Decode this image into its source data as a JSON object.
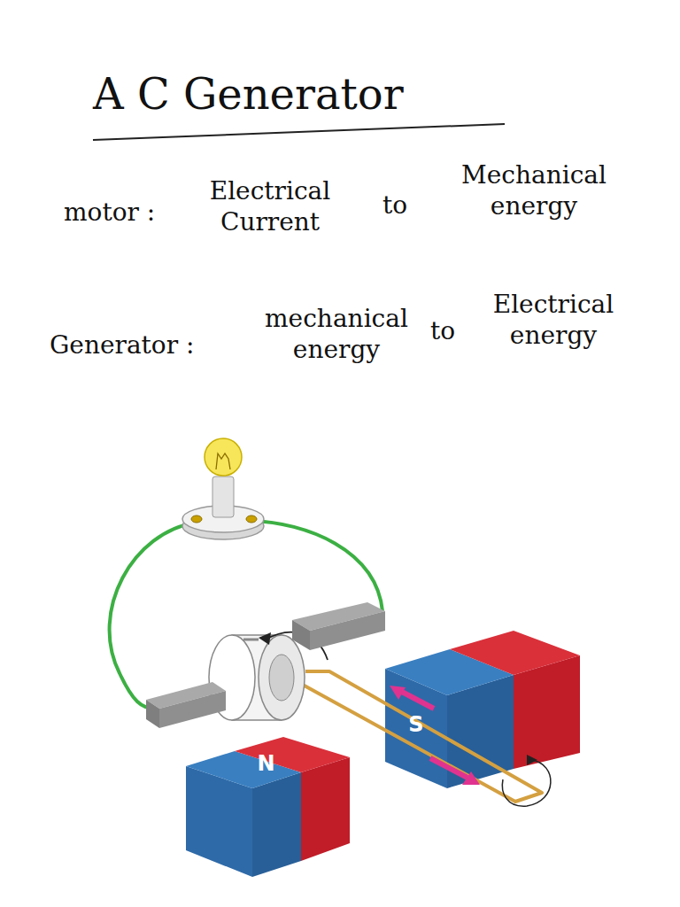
{
  "diagram": {
    "title": "A C Generator",
    "nodes": [
      {
        "text": [
          "S"
        ]
      },
      {
        "text": [
          "N"
        ]
      }
    ],
    "labels": [
      "motor :",
      "Electrical Current",
      "to",
      "Mechanical energy",
      "Generator :",
      "mechanical energy",
      "to",
      "Electrical energy"
    ]
  }
}
